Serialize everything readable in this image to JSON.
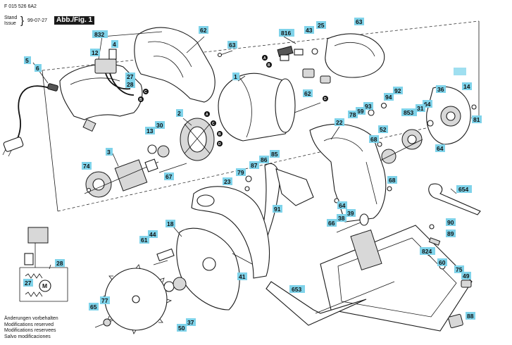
{
  "header": {
    "doc_number": "F 015 526 6A2",
    "stand_label": "Stand",
    "issue_label": "Issue",
    "date": "99-07-27",
    "figure_label": "Abb./Fig. 1"
  },
  "notes": [
    "Änderungen vorbehalten",
    "Modifications reserved",
    "Modifications reservees",
    "Salvo modificaciones"
  ],
  "connector_markers": [
    "A",
    "B",
    "C",
    "D"
  ],
  "callouts": {
    "c832": "832",
    "c62a": "62",
    "c63a": "63",
    "c816": "816",
    "c43": "43",
    "c25": "25",
    "c63b": "63",
    "c12": "12",
    "c4": "4",
    "c5": "5",
    "c6": "6",
    "c27a": "27",
    "c28a": "28",
    "c1": "1",
    "c62b": "62",
    "c94": "94",
    "c92": "92",
    "c36": "36",
    "c14": "14",
    "c93": "93",
    "c69": "69",
    "c78": "78",
    "c64a": "64",
    "c31": "31",
    "c81": "81",
    "c2": "2",
    "c13": "13",
    "c30": "30",
    "c52": "52",
    "c853": "853",
    "c22": "22",
    "c68a": "68",
    "c64b": "64",
    "c3": "3",
    "c67": "67",
    "c85": "85",
    "c86": "86",
    "c74": "74",
    "c79": "79",
    "c87": "87",
    "c23": "23",
    "c68b": "68",
    "c654": "654",
    "c91": "91",
    "c64c": "64",
    "c39": "39",
    "c38": "38",
    "c66": "66",
    "c90": "90",
    "c18": "18",
    "c44": "44",
    "c89": "89",
    "c61": "61",
    "c824": "824",
    "c28b": "28",
    "c60": "60",
    "c27b": "27",
    "c41": "41",
    "c75": "75",
    "c49": "49",
    "c653": "653",
    "c77": "77",
    "c65": "65",
    "c50": "50",
    "c37": "37",
    "c88": "88"
  },
  "schematic": {
    "motor_symbol": "M"
  }
}
